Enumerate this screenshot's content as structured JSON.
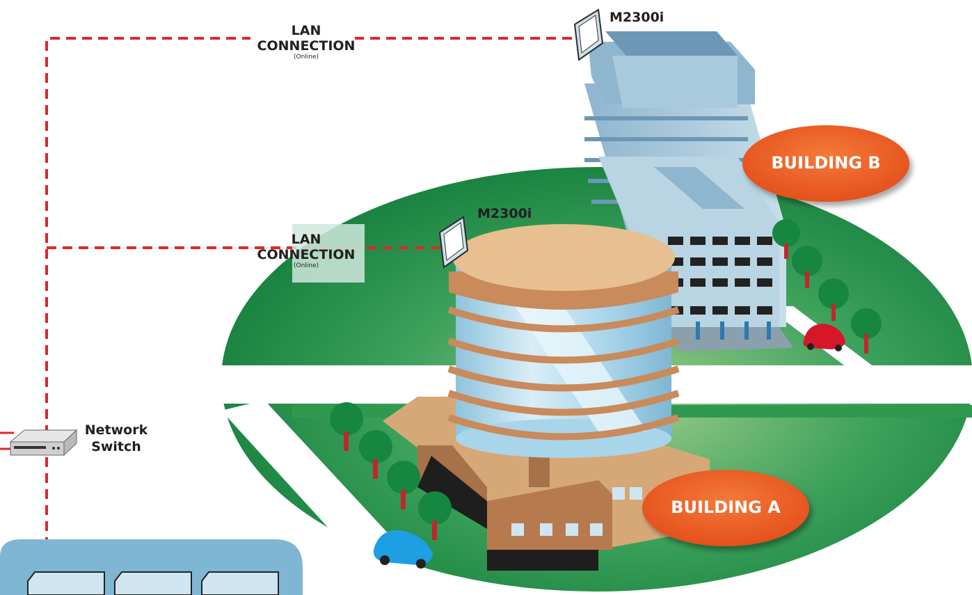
{
  "lan_top": {
    "line1": "LAN",
    "line2": "CONNECTION",
    "status": "(Online)"
  },
  "lan_mid": {
    "line1": "LAN",
    "line2": "CONNECTION",
    "status": "(Online)"
  },
  "device_top": {
    "label": "M2300i"
  },
  "device_mid": {
    "label": "M2300i"
  },
  "building_b": {
    "label": "BUILDING B"
  },
  "building_a": {
    "label": "BUILDING A"
  },
  "network_switch": {
    "line1": "Network",
    "line2": "Switch"
  },
  "colors": {
    "lan_line": "#e0262b",
    "badge": "#ef5a22",
    "lawn": "#1c8a45",
    "road": "#ffffff",
    "server_panel": "#7fb6d3"
  }
}
